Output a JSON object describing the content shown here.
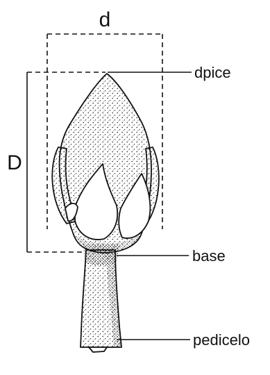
{
  "labels": {
    "diameter": "d",
    "length": "D",
    "apex": "dpice",
    "base": "base",
    "pedicel": "pedicelo"
  },
  "icons": {
    "bud": "flower-bud-icon"
  },
  "colors": {
    "ink": "#111111",
    "paper": "#ffffff",
    "petal": "#ffffff"
  }
}
